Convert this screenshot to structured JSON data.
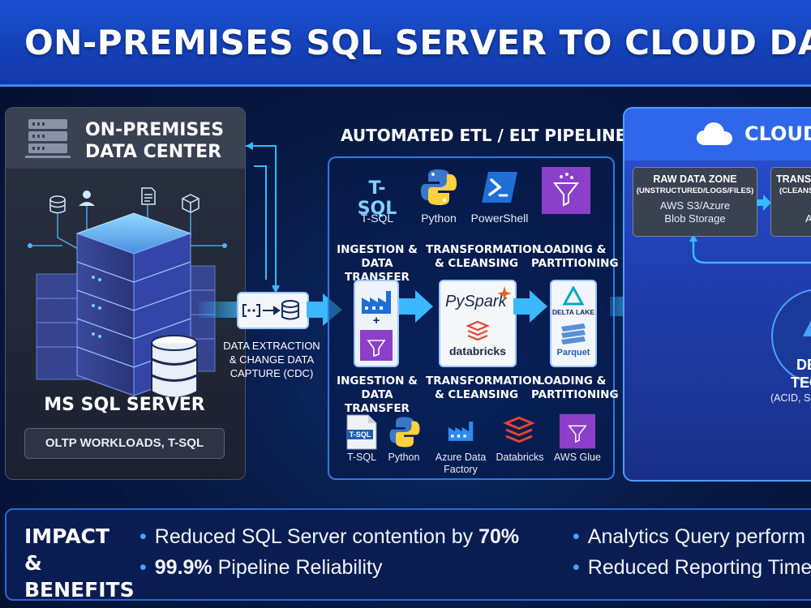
{
  "title": "ON-PREMISES SQL SERVER TO CLOUD DATA LAKEHO",
  "onprem": {
    "heading": "ON-PREMISES DATA CENTER",
    "server_label": "MS SQL SERVER",
    "workload_label": "OLTP WORKLOADS, T-SQL"
  },
  "cdc": {
    "label": "DATA EXTRACTION & CHANGE DATA CAPTURE (CDC)"
  },
  "etl": {
    "heading": "AUTOMATED ETL / ELT PIPELINES",
    "top_tools": [
      "T-SQL",
      "Python",
      "PowerShell"
    ],
    "tsql_logo": "T-SQL",
    "stages": [
      "INGESTION & DATA TRANSFER",
      "TRANSFORMATION & CLEANSING",
      "LOADING & PARTITIONING"
    ],
    "plus": "+",
    "pyspark": "PySpark",
    "databricks": "databricks",
    "delta_lake": "DELTA LAKE",
    "parquet": "Parquet",
    "bottom_tools": [
      "T-SQL",
      "Python",
      "Azure Data Factory",
      "Databricks",
      "AWS Glue"
    ],
    "tsql_file": "T-SQL"
  },
  "cloud": {
    "heading": "CLOUD D",
    "raw_zone_title": "RAW DATA ZONE",
    "raw_zone_sub": "(UNSTRUCTURED/LOGS/FILES)",
    "raw_zone_storage": "AWS S3/Azure Blob Storage",
    "transform_zone_title": "TRANSF",
    "transform_zone_sub": "(CLEANS",
    "transform_zone_storage": "A",
    "delta_label": "DE",
    "delta_label2": "TEC",
    "delta_sub": "(ACID, Sc"
  },
  "impact": {
    "title": "IMPACT & BENEFITS",
    "b1_pre": "Reduced SQL Server contention by ",
    "b1_bold": "70%",
    "b2_bold": "99.9%",
    "b2_post": " Pipeline Reliability",
    "b3": "Analytics Query perform",
    "b4": "Reduced Reporting Time"
  },
  "colors": {
    "accent": "#2f7bdc",
    "banner": "#1a4fd1",
    "arrow": "#3bb8ff"
  }
}
